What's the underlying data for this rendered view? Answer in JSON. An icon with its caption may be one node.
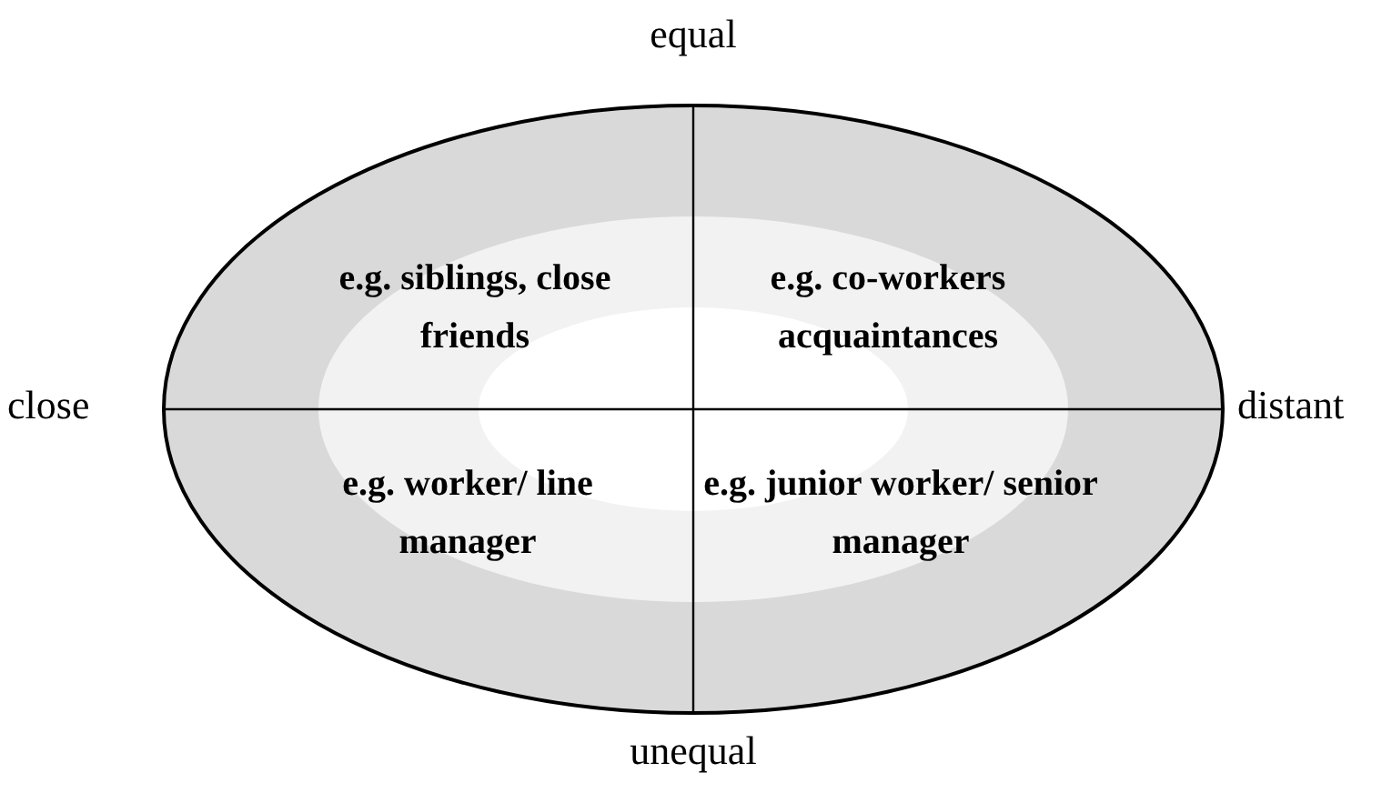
{
  "diagram": {
    "nodes": [
      {
        "text": [
          "e.g. siblings, close friends",
          "e.g. co-workers acquaintances",
          "e.g. worker/ line manager",
          "e.g. junior worker/ senior manager"
        ]
      }
    ],
    "labels": [
      "equal",
      "close",
      "distant",
      "unequal"
    ]
  }
}
